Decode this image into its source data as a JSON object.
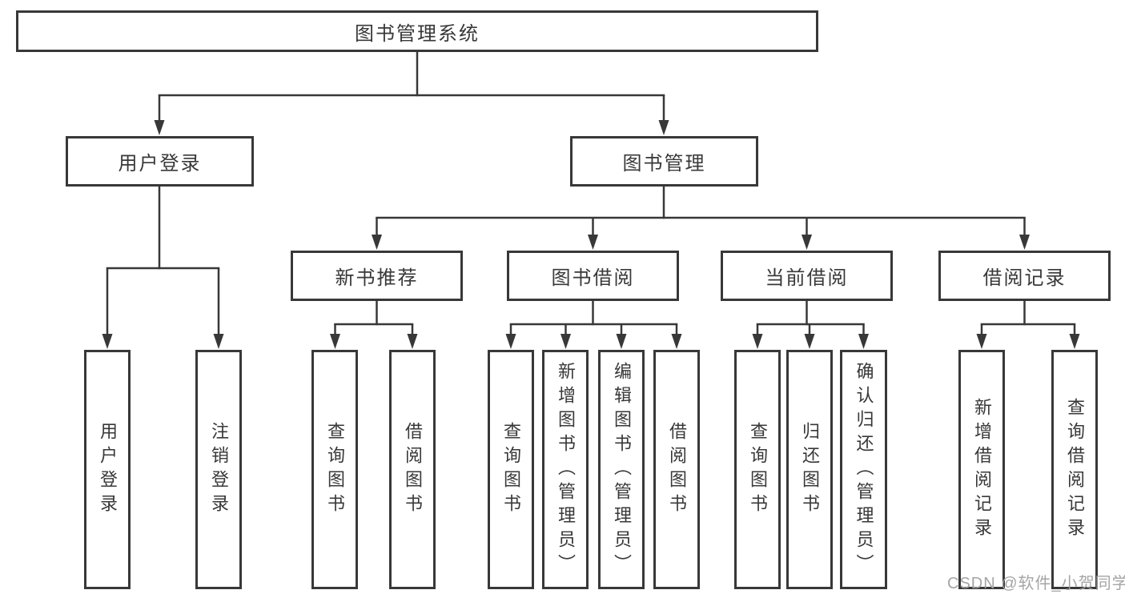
{
  "colors": {
    "line": "#383838",
    "text": "#383838",
    "box_background": "#ffffff",
    "watermark": "#a0a0a0"
  },
  "tree": {
    "root": "图书管理系统",
    "level2": [
      {
        "label": "用户登录",
        "children": [
          "用户登录",
          "注销登录"
        ]
      },
      {
        "label": "图书管理",
        "children": [
          {
            "label": "新书推荐",
            "children": [
              "查询图书",
              "借阅图书"
            ]
          },
          {
            "label": "图书借阅",
            "children": [
              "查询图书",
              "新增图书（管理员）",
              "编辑图书（管理员）",
              "借阅图书"
            ]
          },
          {
            "label": "当前借阅",
            "children": [
              "查询图书",
              "归还图书",
              "确认归还（管理员）"
            ]
          },
          {
            "label": "借阅记录",
            "children": [
              "新增借阅记录",
              "查询借阅记录"
            ]
          }
        ]
      }
    ]
  },
  "watermark": "CSDN @软件_小贺同学"
}
